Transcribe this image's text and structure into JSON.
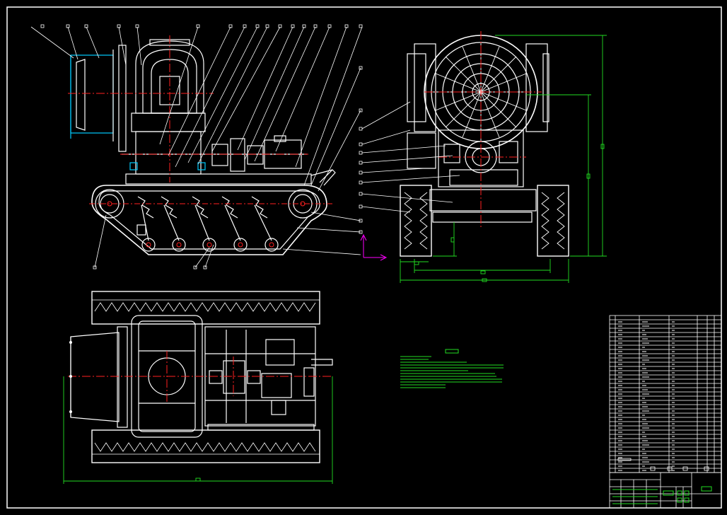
{
  "drawing": {
    "background": "#000000",
    "line_color": "#ffffff",
    "center_color": "#ff2020",
    "dim_color": "#22dd22",
    "accent_color": "#00ccff",
    "ucs_color": "#ff00ff",
    "views": {
      "side": "side-elevation",
      "front": "front-elevation",
      "top": "plan-view"
    },
    "notes_block": "technical-notes",
    "title_block": "title-block-and-parts-list"
  }
}
